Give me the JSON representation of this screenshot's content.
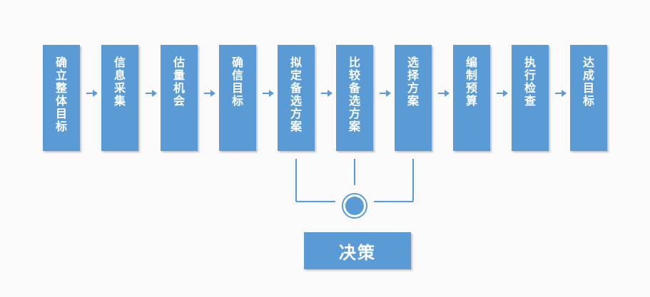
{
  "steps": [
    {
      "label": "确立整体目标"
    },
    {
      "label": "信息采集"
    },
    {
      "label": "估量机会"
    },
    {
      "label": "确信目标"
    },
    {
      "label": "拟定备选方案"
    },
    {
      "label": "比较备选方案"
    },
    {
      "label": "选择方案"
    },
    {
      "label": "编制预算"
    },
    {
      "label": "执行检查"
    },
    {
      "label": "达成目标"
    }
  ],
  "decision": {
    "label": "决策"
  },
  "colors": {
    "box": "#5b9bd5",
    "text": "#ffffff",
    "connector": "#5b9bd5",
    "background": "#fafafa"
  }
}
